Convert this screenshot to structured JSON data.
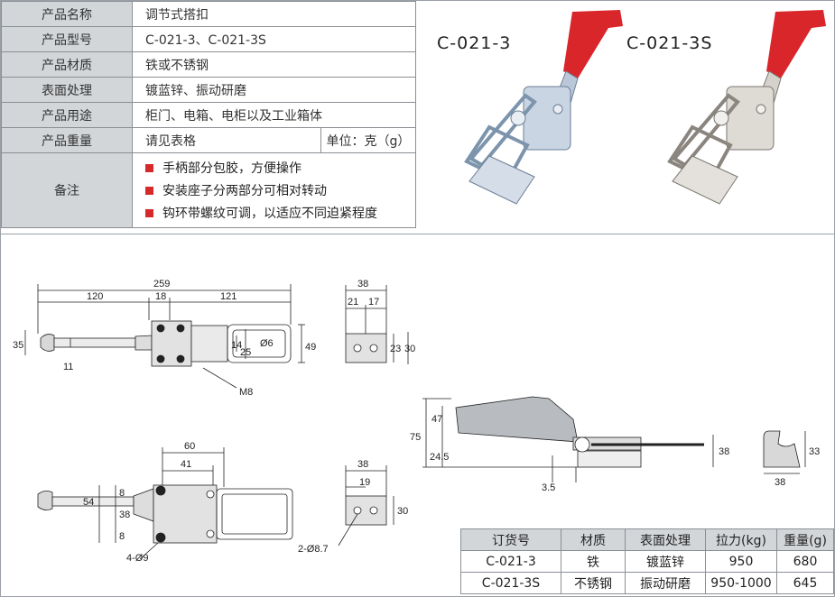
{
  "spec_rows": [
    {
      "label": "产品名称",
      "value": "调节式搭扣"
    },
    {
      "label": "产品型号",
      "value": "C-021-3、C-021-3S"
    },
    {
      "label": "产品材质",
      "value": "铁或不锈钢"
    },
    {
      "label": "表面处理",
      "value": "镀蓝锌、振动研磨"
    },
    {
      "label": "产品用途",
      "value": "柜门、电箱、电柜以及工业箱体"
    },
    {
      "label": "产品重量",
      "value": "请见表格",
      "unit": "单位：克（g）"
    }
  ],
  "notes_label": "备注",
  "notes": [
    "手柄部分包胶，方便操作",
    "安装座子分两部分可相对转动",
    "钩环带螺纹可调，以适应不同迫紧程度"
  ],
  "photos": {
    "left": "C-021-3",
    "right": "C-021-3S"
  },
  "dims": {
    "top_view": {
      "total": "259",
      "a": "120",
      "b": "18",
      "c": "121",
      "h1": "35",
      "h2": "11",
      "d1": "14",
      "d2": "25",
      "phi": "Ø6",
      "h3": "49",
      "bolt": "M8"
    },
    "end_view": {
      "w": "38",
      "a": "21",
      "b": "17",
      "c": "23",
      "d": "30"
    },
    "side_view": {
      "a": "47",
      "b": "75",
      "c": "24.5",
      "d": "3.5",
      "e": "38"
    },
    "hook_view": {
      "h": "33",
      "w": "38"
    },
    "base_view": {
      "a": "60",
      "b": "41",
      "c": "54",
      "d": "8",
      "e": "38",
      "f": "8",
      "holes": "4-Ø9"
    },
    "base_end": {
      "w": "38",
      "a": "19",
      "h": "30",
      "holes": "2-Ø8.7"
    }
  },
  "order_table": {
    "headers": [
      "订货号",
      "材质",
      "表面处理",
      "拉力(kg)",
      "重量(g)"
    ],
    "rows": [
      [
        "C-021-3",
        "铁",
        "镀蓝锌",
        "950",
        "680"
      ],
      [
        "C-021-3S",
        "不锈钢",
        "振动研磨",
        "950-1000",
        "645"
      ]
    ]
  },
  "colors": {
    "header_bg": "#d3d6d9",
    "bullet": "#d62a2a",
    "handle": "#d9262b",
    "metal": "#c7ccd1"
  }
}
